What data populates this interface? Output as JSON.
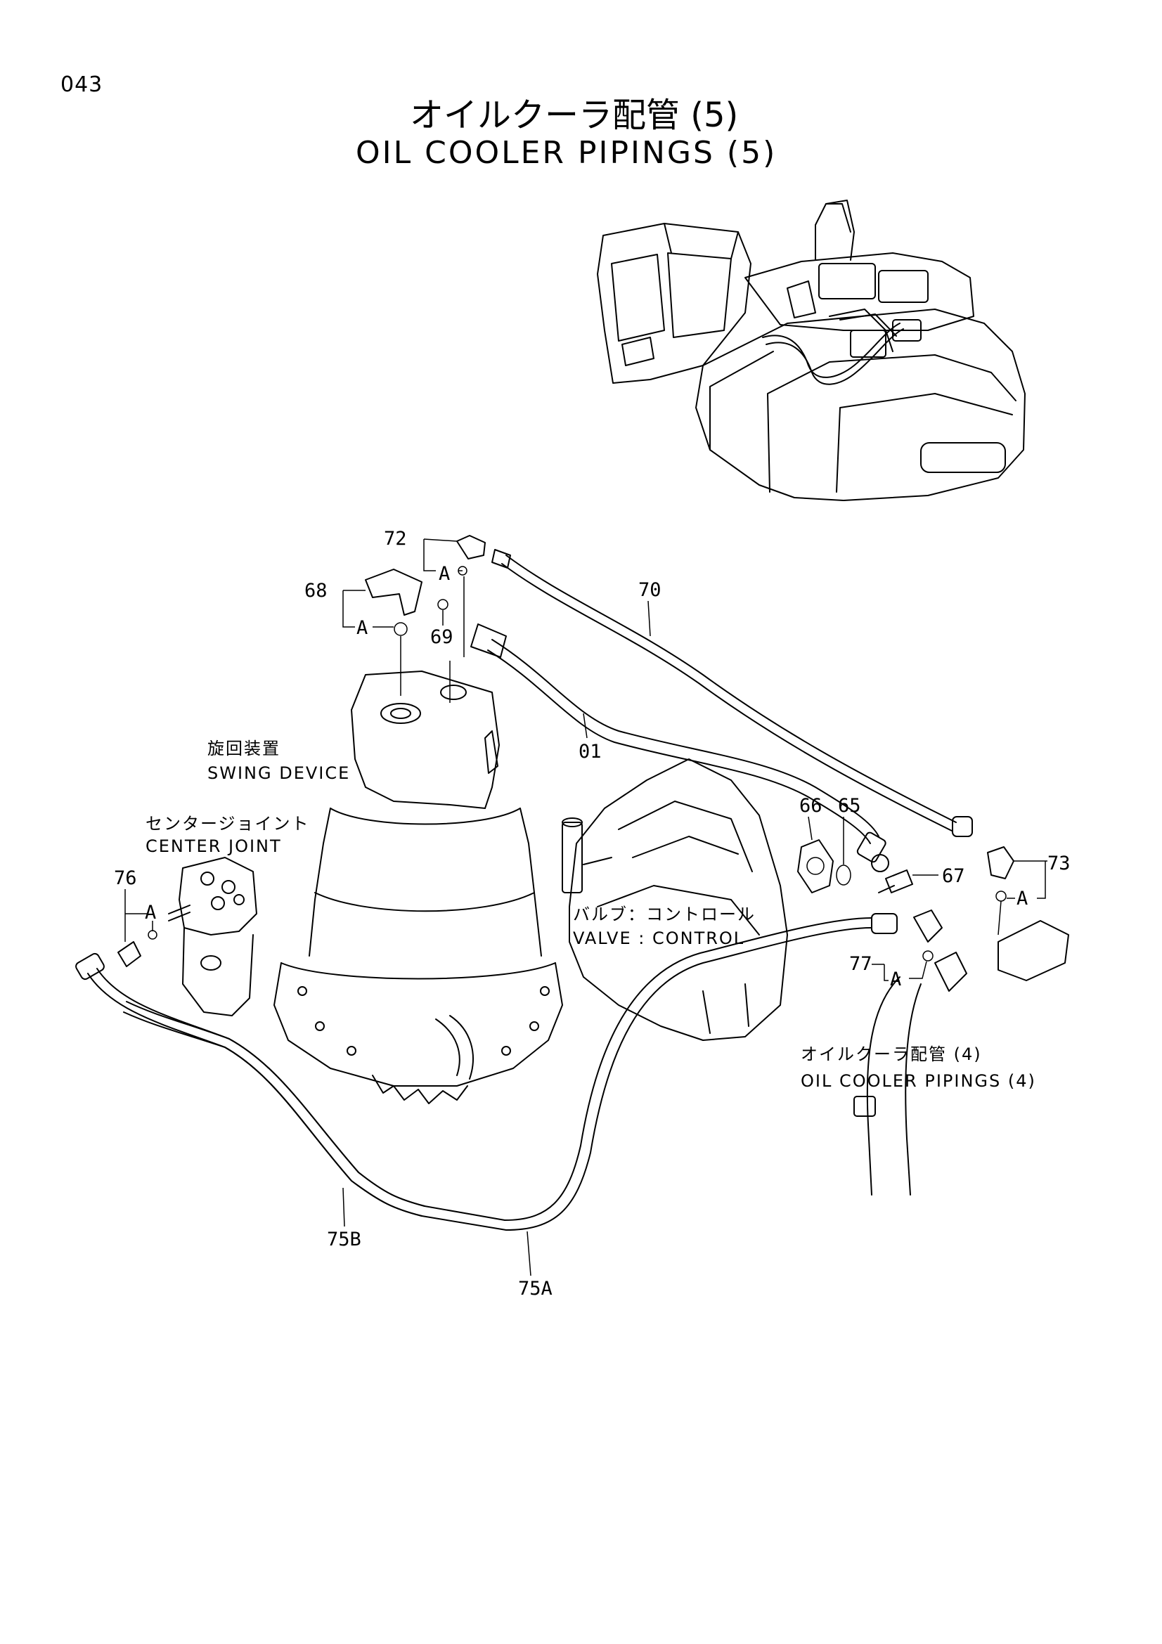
{
  "page": {
    "number": "043"
  },
  "title": {
    "japanese": "オイルクーラ配管 (5)",
    "english": "OIL COOLER PIPINGS (5)"
  },
  "labels": {
    "swing_device_jp": "旋回装置",
    "swing_device_en": "SWING DEVICE",
    "center_joint_jp": "センタージョイント",
    "center_joint_en": "CENTER JOINT",
    "valve_control_jp": "バルブ：コントロール",
    "valve_control_en": "VALVE : CONTROL",
    "oil_cooler_4_jp": "オイルクーラ配管 (4)",
    "oil_cooler_4_en": "OIL COOLER PIPINGS (4)"
  },
  "parts": {
    "p72": "72",
    "p68": "68",
    "p69": "69",
    "p70": "70",
    "p01": "01",
    "p66": "66",
    "p65": "65",
    "p67": "67",
    "p73": "73",
    "p76": "76",
    "p77": "77",
    "p75b": "75B",
    "p75a": "75A"
  },
  "set_markers": {
    "a": "A"
  }
}
